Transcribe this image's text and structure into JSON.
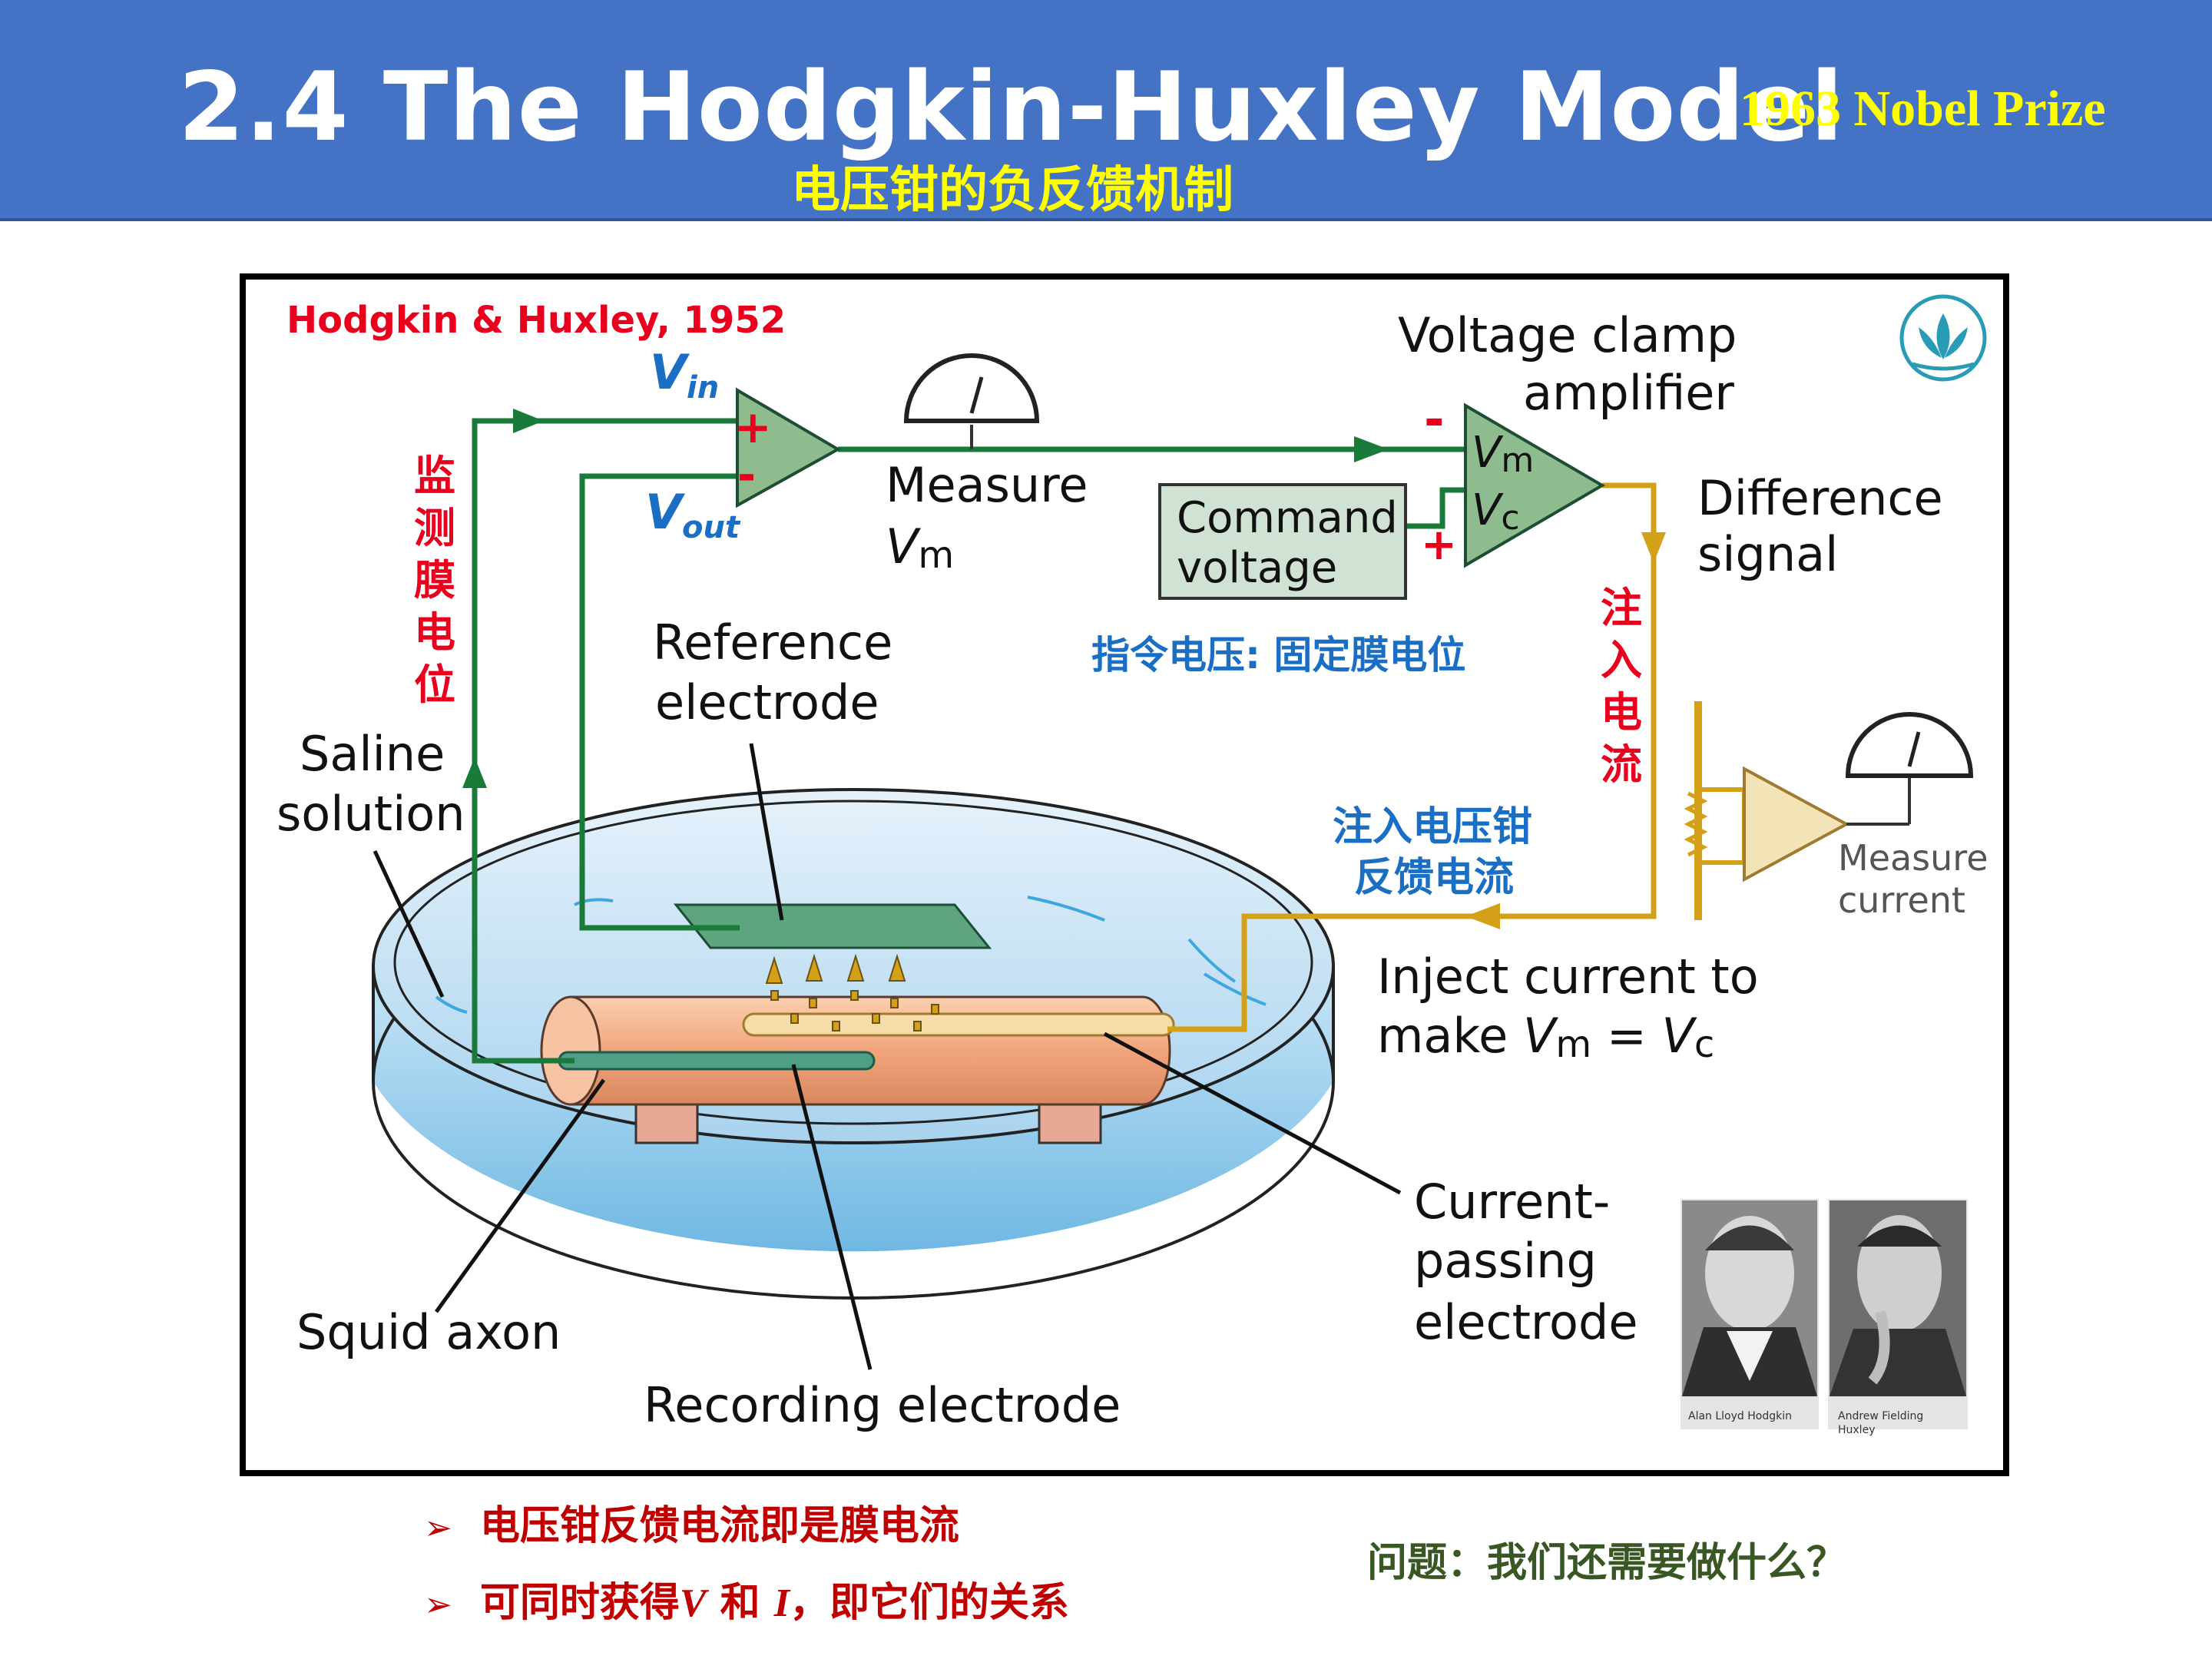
{
  "header": {
    "title": "2.4 The Hodgkin-Huxley Model",
    "subtitle": "电压钳的负反馈机制",
    "nobel": "1963 Nobel Prize",
    "colors": {
      "background": "#4472c4",
      "title": "#ffffff",
      "accent": "#ffff00"
    }
  },
  "figure": {
    "citation": "Hodgkin & Huxley, 1952",
    "vin_sym": "V",
    "vin_sub": "in",
    "vout_sym": "V",
    "vout_sub": "out",
    "plus": "+",
    "minus": "-",
    "measure_vm_line1": "Measure",
    "vm_sym": "V",
    "vm_sub": "m",
    "vc_sym": "V",
    "vc_sub": "c",
    "vclamp_line1": "Voltage clamp",
    "vclamp_line2": "amplifier",
    "command_line1": "Command",
    "command_line2": "voltage",
    "difference_line1": "Difference",
    "difference_line2": "signal",
    "monitor_vertical": [
      "监",
      "测",
      "膜",
      "电",
      "位"
    ],
    "inject_vertical": [
      "注",
      "入",
      "电",
      "流"
    ],
    "command_cn": "指令电压: 固定膜电位",
    "feedback_cn_line1": "注入电压钳",
    "feedback_cn_line2": "反馈电流",
    "reference_line1": "Reference",
    "reference_line2": "electrode",
    "saline_line1": "Saline",
    "saline_line2": "solution",
    "measure_current_line1": "Measure",
    "measure_current_line2": "current",
    "inject_line1": "Inject current to",
    "inject_line2_prefix": "make ",
    "equals": " = ",
    "current_line1": "Current-",
    "current_line2": "passing",
    "current_line3": "electrode",
    "squid_axon": "Squid axon",
    "recording": "Recording electrode",
    "photo_caption_left": "Alan Lloyd Hodgkin",
    "photo_caption_right_1": "Andrew Fielding",
    "photo_caption_right_2": "Huxley",
    "colors": {
      "green_wire": "#1a7a3a",
      "gold_wire": "#d4a017",
      "red_text": "#e8001c",
      "blue_text": "#1a6fc4"
    }
  },
  "bullets": [
    {
      "text": "电压钳反馈电流即是膜电流"
    },
    {
      "pre": "可同时获得",
      "v": "V",
      "mid": " 和 ",
      "i": "I",
      "post": "，即它们的关系"
    }
  ],
  "bullet_symbol": "➢",
  "question": "问题：我们还需要做什么？"
}
